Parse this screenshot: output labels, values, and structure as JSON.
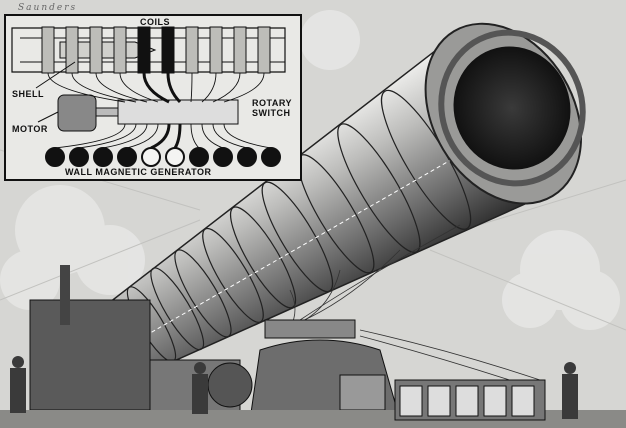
{
  "illustration": {
    "signature": "Saunders",
    "diagram_labels": {
      "coils": "COILS",
      "shell": "SHELL",
      "motor": "MOTOR",
      "rotary_switch_line1": "ROTARY",
      "rotary_switch_line2": "SWITCH",
      "generator": "WALL MAGNETIC GENERATOR"
    },
    "generator_states": [
      "on",
      "on",
      "on",
      "on",
      "off",
      "off",
      "on",
      "on",
      "on",
      "on"
    ]
  }
}
